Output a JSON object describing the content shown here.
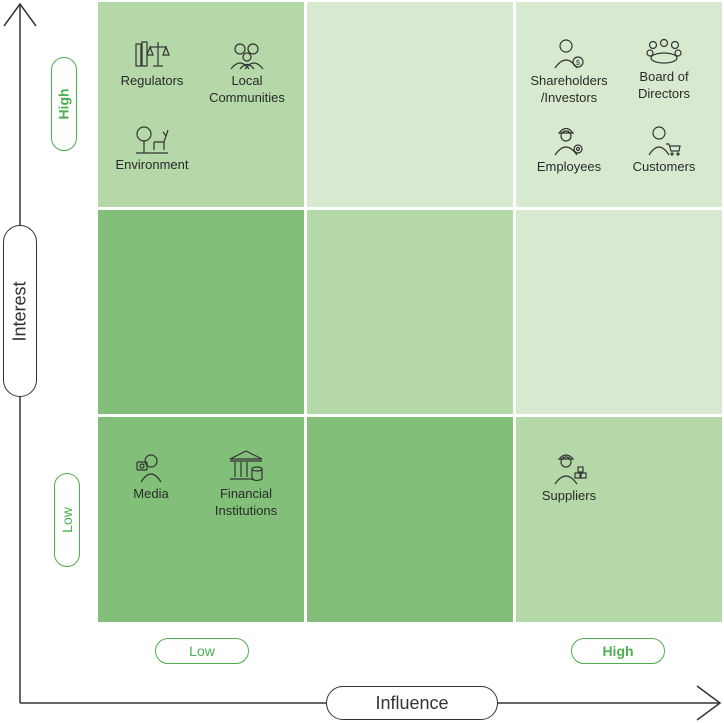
{
  "axes": {
    "y_label": "Interest",
    "x_label": "Influence",
    "y_high": "High",
    "y_low": "Low",
    "x_low": "Low",
    "x_high": "High"
  },
  "colors": {
    "accent": "#4caf50",
    "shade_light": "#d7eacf",
    "shade_medium": "#b5d8a8",
    "shade_dark": "#82c07a",
    "axis": "#333333"
  },
  "grid": {
    "rows": 3,
    "cols": 3,
    "cells": [
      [
        "medium",
        "light",
        "light"
      ],
      [
        "dark",
        "medium",
        "light"
      ],
      [
        "dark",
        "dark",
        "medium"
      ]
    ]
  },
  "stakeholders": {
    "regulators": {
      "label": "Regulators",
      "icon": "scales-books-icon"
    },
    "local_communities": {
      "label": "Local\nCommunities",
      "icon": "people-group-icon"
    },
    "environment": {
      "label": "Environment",
      "icon": "tree-deer-icon"
    },
    "shareholders": {
      "label": "Shareholders\n/Investors",
      "icon": "investor-moneybag-icon"
    },
    "board": {
      "label": "Board of\nDirectors",
      "icon": "boardroom-table-icon"
    },
    "employees": {
      "label": "Employees",
      "icon": "worker-helmet-gear-icon"
    },
    "customers": {
      "label": "Customers",
      "icon": "shopper-cart-icon"
    },
    "media": {
      "label": "Media",
      "icon": "reporter-camera-icon"
    },
    "financial": {
      "label": "Financial\nInstitutions",
      "icon": "bank-building-icon"
    },
    "suppliers": {
      "label": "Suppliers",
      "icon": "delivery-person-boxes-icon"
    }
  }
}
